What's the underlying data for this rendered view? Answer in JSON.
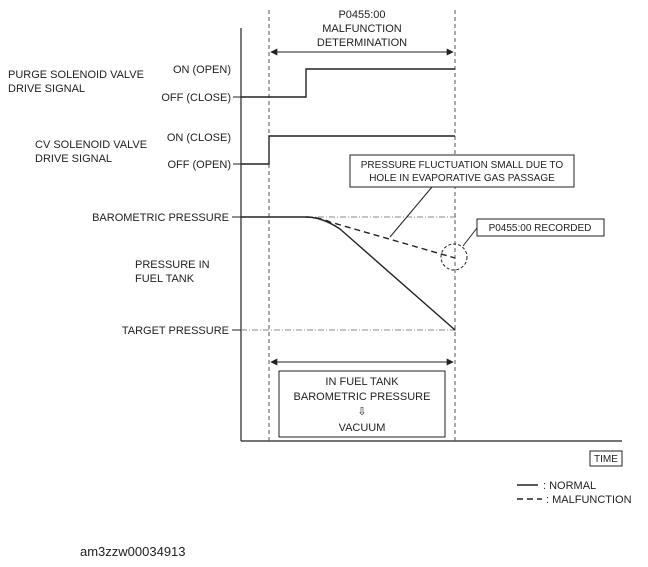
{
  "header": {
    "code": "P0455:00",
    "line1": "MALFUNCTION",
    "line2": "DETERMINATION"
  },
  "signals": {
    "purge": {
      "name_line1": "PURGE SOLENOID VALVE",
      "name_line2": "DRIVE SIGNAL",
      "high": "ON (OPEN)",
      "low": "OFF (CLOSE)"
    },
    "cv": {
      "name_line1": "CV SOLENOID VALVE",
      "name_line2": "DRIVE SIGNAL",
      "high": "ON (CLOSE)",
      "low": "OFF (OPEN)"
    }
  },
  "pressure": {
    "barometric": "BAROMETRIC PRESSURE",
    "in_tank_line1": "PRESSURE IN",
    "in_tank_line2": "FUEL TANK",
    "target": "TARGET PRESSURE"
  },
  "callouts": {
    "fluctuation_line1": "PRESSURE FLUCTUATION SMALL DUE TO",
    "fluctuation_line2": "HOLE IN EVAPORATIVE GAS PASSAGE",
    "recorded": "P0455:00 RECORDED"
  },
  "vacuum_box": {
    "line1": "IN FUEL TANK",
    "line2": "BAROMETRIC PRESSURE",
    "arrow": "⇩",
    "line3": "VACUUM"
  },
  "axis": {
    "time": "TIME"
  },
  "legend": {
    "normal": ": NORMAL",
    "malfunction": ": MALFUNCTION"
  },
  "doc_id": "am3zzw00034913"
}
